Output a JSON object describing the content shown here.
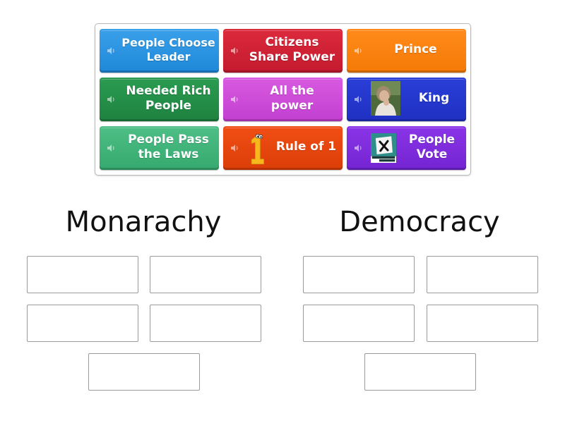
{
  "cards": [
    {
      "label": "People Choose Leader",
      "color": "#2a94e0",
      "image": null
    },
    {
      "label": "Citizens Share Power",
      "color": "#d02234",
      "image": null
    },
    {
      "label": "Prince",
      "color": "#fa8210",
      "image": null
    },
    {
      "label": "Needed Rich People",
      "color": "#248e48",
      "image": null
    },
    {
      "label": "All the power",
      "color": "#cd4cd8",
      "image": null
    },
    {
      "label": "King",
      "color": "#2538cd",
      "image": "king-photo"
    },
    {
      "label": "People Pass the Laws",
      "color": "#42b47a",
      "image": null
    },
    {
      "label": "Rule of 1",
      "color": "#e6460e",
      "image": "number-one-character"
    },
    {
      "label": "People Vote",
      "color": "#7f2cdd",
      "image": "ballot-x-image"
    }
  ],
  "groups": [
    {
      "title": "Monarachy",
      "slots": 5
    },
    {
      "title": "Democracy",
      "slots": 5
    }
  ],
  "icons": {
    "speaker": "speaker-icon"
  }
}
